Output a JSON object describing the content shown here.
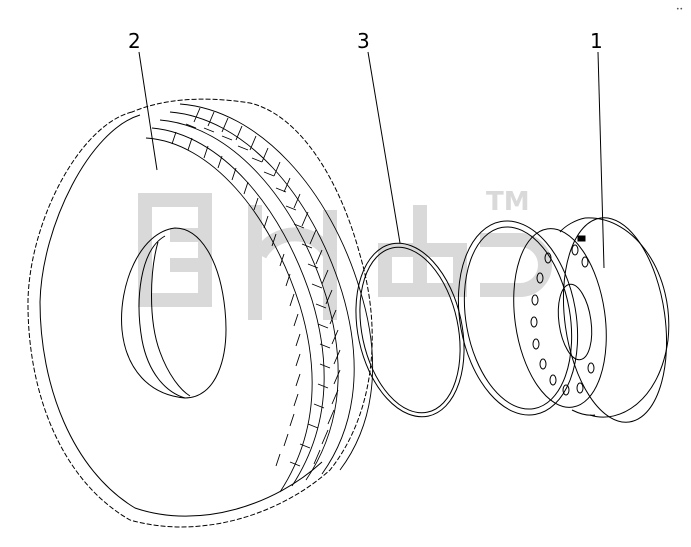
{
  "diagram": {
    "callouts": [
      {
        "id": "tire",
        "label": "2"
      },
      {
        "id": "ring",
        "label": "3"
      },
      {
        "id": "wheel",
        "label": "1"
      }
    ],
    "watermark_mark": "TM",
    "corner_mark": "••"
  },
  "colors": {
    "line": "#000000",
    "watermark": "#d9d9d9"
  }
}
